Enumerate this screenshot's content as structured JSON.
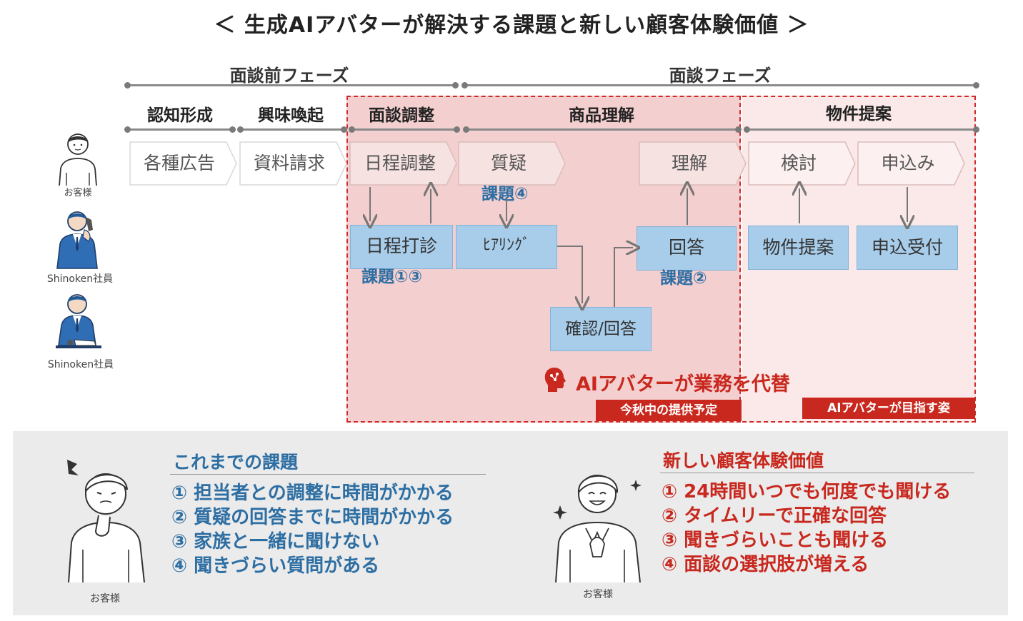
{
  "title": "＜ 生成AIアバターが解決する課題と新しい顧客体験価値 ＞",
  "phases": {
    "pre_meeting": "面談前フェーズ",
    "meeting": "面談フェーズ"
  },
  "stages": {
    "awareness": "認知形成",
    "interest": "興味喚起",
    "scheduling": "面談調整",
    "product": "商品理解",
    "property": "物件提案"
  },
  "customer_steps": [
    "各種広告",
    "資料請求",
    "日程調整",
    "質疑",
    "理解",
    "検討",
    "申込み"
  ],
  "staff_steps": {
    "schedule_check": "日程打診",
    "hearing": "ﾋｱﾘﾝｸﾞ",
    "answer": "回答",
    "confirm_answer": "確認/回答",
    "property_proposal": "物件提案",
    "application_receipt": "申込受付"
  },
  "issue_tags": {
    "issue_13": "課題①③",
    "issue_4": "課題④",
    "issue_2": "課題②"
  },
  "ai_replace": "AIアバターが業務を代替",
  "tags": {
    "autumn": "今秋中の提供予定",
    "goal": "AIアバターが目指す姿"
  },
  "actors": {
    "customer": "お客様",
    "staff1": "Shinoken社員",
    "staff2": "Shinoken社員"
  },
  "bottom": {
    "left_title": "これまでの課題",
    "left_items": [
      "① 担当者との調整に時間がかかる",
      "② 質疑の回答までに時間がかかる",
      "③ 家族と一緒に聞けない",
      "④ 聞きづらい質問がある"
    ],
    "left_caption": "お客様",
    "right_title": "新しい顧客体験価値",
    "right_items": [
      "① 24時間いつでも何度でも聞ける",
      "② タイムリーで正確な回答",
      "③ 聞きづらいことも聞ける",
      "④ 面談の選択肢が増える"
    ],
    "right_caption": "お客様"
  },
  "colors": {
    "red": "#c8281e",
    "blue_text": "#2d6ea3",
    "blue_box": "#a8cdea",
    "zone_pink": "#f4cfcf",
    "zone_light_pink": "#fbe8e8"
  }
}
